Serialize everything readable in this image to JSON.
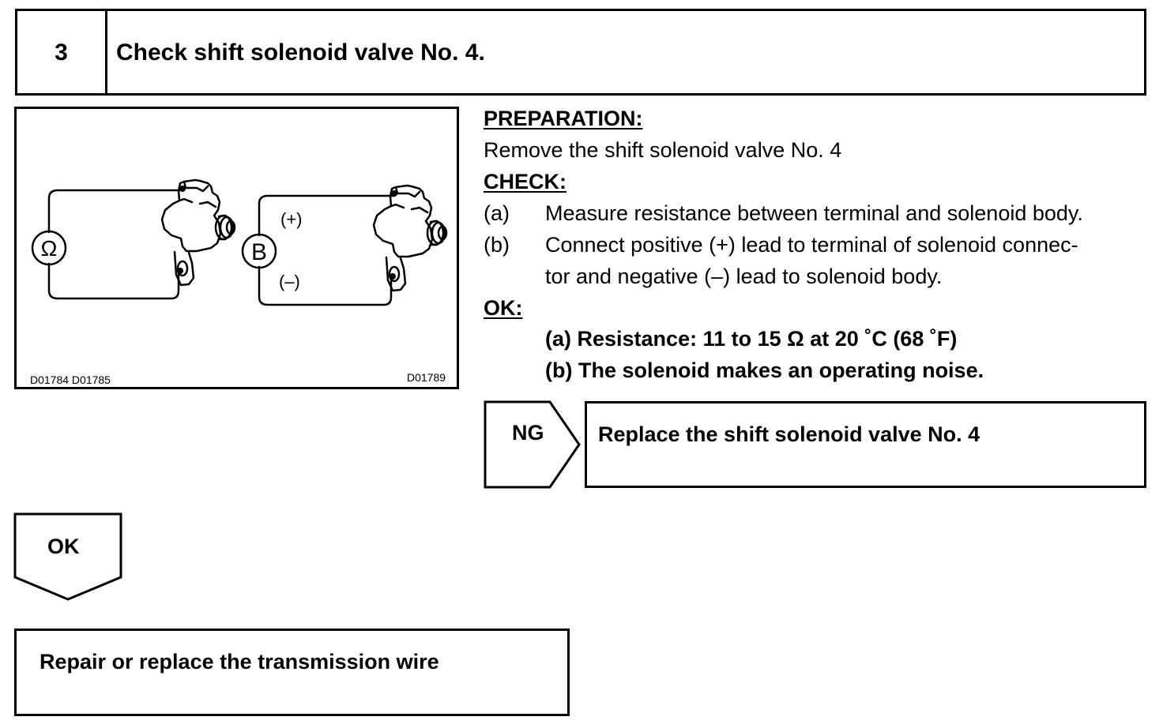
{
  "step": {
    "number": "3",
    "title": "Check shift solenoid valve No. 4."
  },
  "figure": {
    "ohm_symbol": "Ω",
    "battery_symbol": "B",
    "positive_label": "(+)",
    "negative_label": "(–)",
    "code_left": "D01784  D01785",
    "code_right": "D01789"
  },
  "preparation": {
    "heading": "PREPARATION:",
    "text": "Remove the shift solenoid valve No. 4"
  },
  "check": {
    "heading": "CHECK:",
    "items": [
      {
        "marker": "(a)",
        "lines": [
          "Measure resistance between terminal and solenoid body."
        ]
      },
      {
        "marker": "(b)",
        "lines": [
          "Connect positive (+) lead to terminal of solenoid connec-",
          "tor and negative (–) lead to solenoid body."
        ]
      }
    ]
  },
  "ok_spec": {
    "heading": "OK:",
    "items": [
      "(a) Resistance: 11 to 15 Ω at 20 ˚C (68 ˚F)",
      "(b) The solenoid makes an operating noise."
    ]
  },
  "ng_branch": {
    "label": "NG",
    "result": "Replace the shift solenoid valve No. 4"
  },
  "ok_branch": {
    "label": "OK",
    "result": "Repair or replace the transmission wire"
  }
}
